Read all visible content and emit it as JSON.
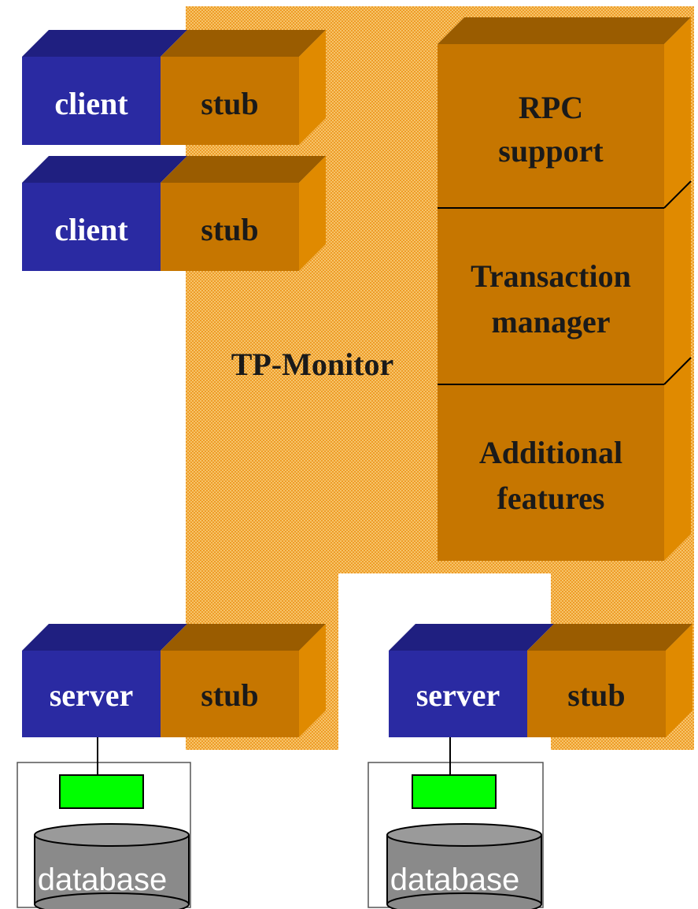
{
  "monitor": {
    "label": "TP-Monitor"
  },
  "clients": [
    {
      "name": "client",
      "stub": "stub"
    },
    {
      "name": "client",
      "stub": "stub"
    }
  ],
  "tower": {
    "sections": [
      {
        "line1": "RPC",
        "line2": "support"
      },
      {
        "line1": "Transaction",
        "line2": "manager"
      },
      {
        "line1": "Additional",
        "line2": "features"
      }
    ]
  },
  "servers": [
    {
      "name": "server",
      "stub": "stub",
      "database": "database"
    },
    {
      "name": "server",
      "stub": "stub",
      "database": "database"
    }
  ],
  "colors": {
    "client_blue": "#2a2aa2",
    "client_blue_top": "#1f1f80",
    "stub_orange": "#c67600",
    "stub_top": "#9a5c00",
    "stub_side": "#e08a00",
    "monitor_orange": "#f2a830",
    "db_green": "#00ff00",
    "db_gray": "#8a8a8a"
  }
}
